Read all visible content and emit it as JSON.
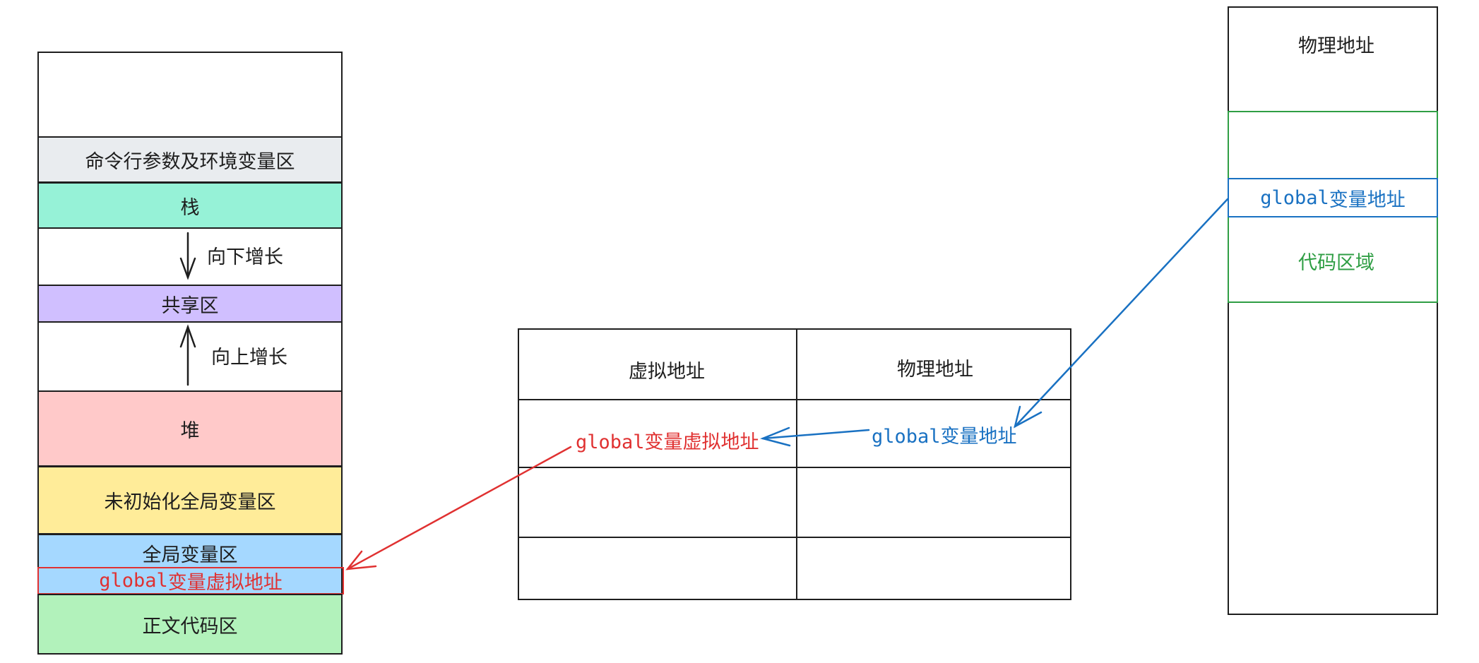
{
  "colors": {
    "stroke": "#1e1e1e",
    "env_fill": "#e9ecef",
    "stack_fill": "#96f2d7",
    "shared_fill": "#d0bfff",
    "heap_fill": "#ffc9c9",
    "bss_fill": "#ffec99",
    "data_fill": "#a5d8ff",
    "text_fill": "#b2f2bb",
    "red": "#e03131",
    "blue": "#1971c2",
    "green": "#2f9e44"
  },
  "virtual_memory": {
    "env_label": "命令行参数及环境变量区",
    "stack_label": "栈",
    "grow_down_label": "向下增长",
    "shared_label": "共享区",
    "grow_up_label": "向上增长",
    "heap_label": "堆",
    "bss_label": "未初始化全局变量区",
    "data_label": "全局变量区",
    "global_var_prefix": "global",
    "global_var_suffix": "变量虚拟地址",
    "text_label": "正文代码区"
  },
  "page_table": {
    "header_virtual": "虚拟地址",
    "header_physical": "物理地址",
    "row1_virtual_prefix": "global",
    "row1_virtual_suffix": "变量虚拟地址",
    "row1_physical_prefix": "global",
    "row1_physical_suffix": "变量地址"
  },
  "physical_memory": {
    "title": "物理地址",
    "global_prefix": "global",
    "global_suffix": "变量地址",
    "code_region_label": "代码区域"
  }
}
